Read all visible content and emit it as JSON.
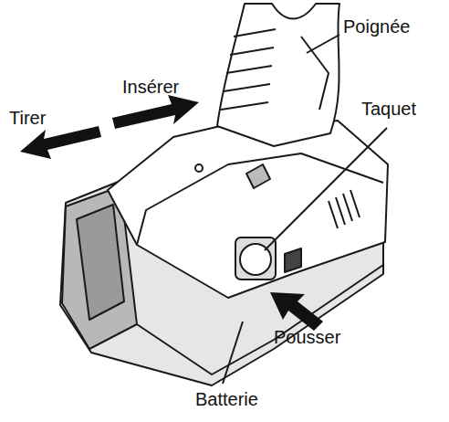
{
  "diagram": {
    "labels": [
      "Poignée",
      "Insérer",
      "Tirer",
      "Taquet",
      "Pousser",
      "Batterie"
    ]
  }
}
